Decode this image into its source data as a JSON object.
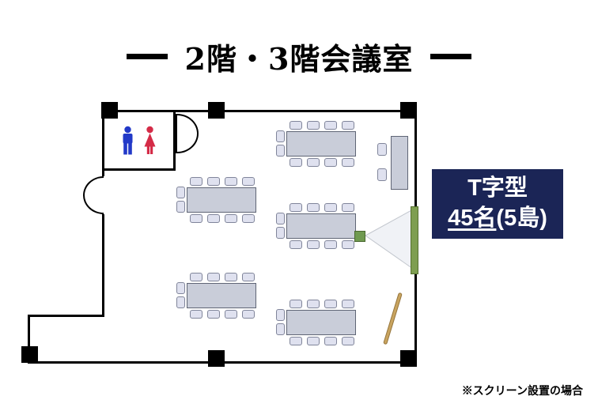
{
  "title": "2階・3階会議室",
  "info_box": {
    "layout_type": "T字型",
    "capacity": "45名",
    "capacity_suffix": "(5島)"
  },
  "footnote": "※スクリーン設置の場合",
  "floor_plan": {
    "icons": [
      "male-restroom-icon",
      "female-restroom-icon",
      "projector-icon",
      "projection-screen",
      "pointer-stick"
    ],
    "colors": {
      "info_box_bg": "#1b2556",
      "screen_green": "#7e9e50",
      "projector_green": "#6f9a50",
      "stick_tan": "#c9a45f",
      "male_icon_blue": "#2239c8",
      "female_icon_red": "#d42b47",
      "table_fill": "#c9cdd9",
      "chair_fill": "#dfe1ef",
      "wall_black": "#000000"
    }
  }
}
